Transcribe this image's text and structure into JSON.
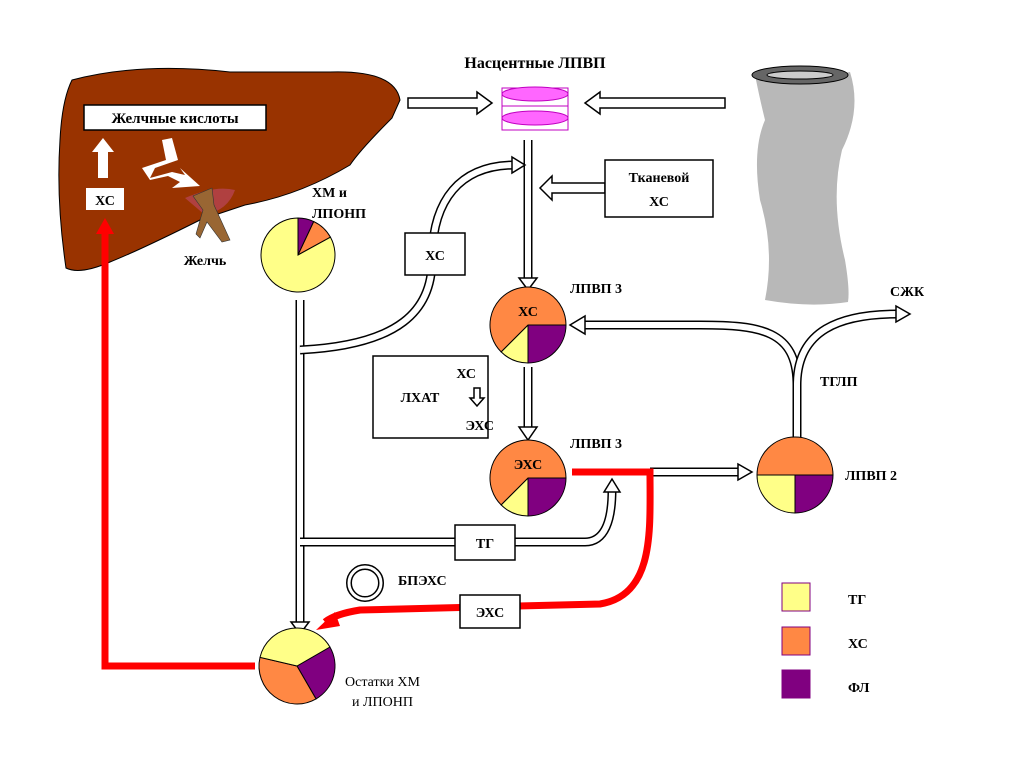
{
  "colors": {
    "tg": "#ffff88",
    "xs": "#ff8844",
    "fl": "#800080",
    "liver": "#993300",
    "red_path": "#ff0000",
    "disc": "#ff66ff",
    "tube": "#b8b8b8"
  },
  "liver": {
    "bile_acids": "Желчные кислоты",
    "xs": "ХС",
    "bile": "Желчь"
  },
  "nascent": {
    "title": "Насцентные ЛПВП"
  },
  "tissue": {
    "line1": "Тканевой",
    "line2": "ХС"
  },
  "xm_vldl": {
    "line1": "ХМ и",
    "line2": "ЛПОНП",
    "composition": {
      "fl": 0.07,
      "xs": 0.1,
      "tg": 0.83
    }
  },
  "xs_pipe_label": "ХС",
  "hdl3_a": {
    "label": "ЛПВП 3",
    "inner": "ХС",
    "composition": {
      "fl": 0.25,
      "tg": 0.125,
      "xs": 0.625
    }
  },
  "lcat": {
    "xs": "ХС",
    "enzyme": "ЛХАТ",
    "exs": "ЭХС"
  },
  "hdl3_b": {
    "label": "ЛПВП 3",
    "inner": "ЭХС",
    "composition": {
      "fl": 0.25,
      "tg": 0.125,
      "xs": 0.625
    }
  },
  "hdl2": {
    "label": "ЛПВП 2",
    "composition": {
      "fl": 0.25,
      "tg": 0.25,
      "xs": 0.5
    }
  },
  "tglp": "ТГЛП",
  "ffa": "СЖК",
  "tg_box": "ТГ",
  "cetp": "БПЭХС",
  "exs_box": "ЭХС",
  "remnants": {
    "line1": "Остатки ХМ",
    "line2": "и ЛПОНП",
    "composition": {
      "fl": 0.25,
      "xs": 0.37,
      "tg": 0.38
    }
  },
  "legend": [
    {
      "key": "tg",
      "label": "ТГ"
    },
    {
      "key": "xs",
      "label": "ХС"
    },
    {
      "key": "fl",
      "label": "ФЛ"
    }
  ]
}
